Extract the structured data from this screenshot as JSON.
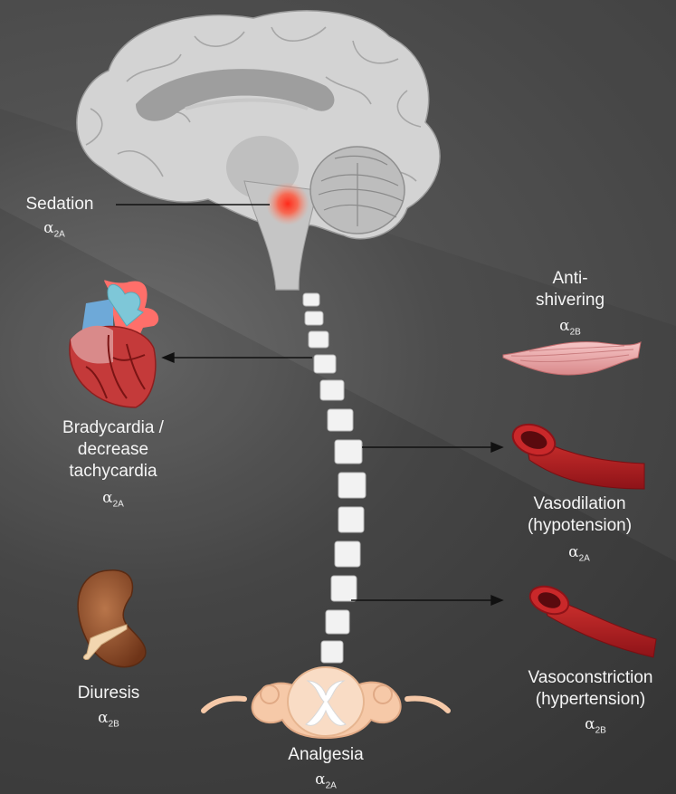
{
  "labels": {
    "sedation": {
      "title": "Sedation",
      "receptor_symbol": "α",
      "receptor_sub": "2A"
    },
    "bradycardia": {
      "line1": "Bradycardia /",
      "line2": "decrease",
      "line3": "tachycardia",
      "receptor_symbol": "α",
      "receptor_sub": "2A"
    },
    "diuresis": {
      "title": "Diuresis",
      "receptor_symbol": "α",
      "receptor_sub": "2B"
    },
    "analgesia": {
      "title": "Analgesia",
      "receptor_symbol": "α",
      "receptor_sub": "2A"
    },
    "antishivering": {
      "line1": "Anti-",
      "line2": "shivering",
      "receptor_symbol": "α",
      "receptor_sub": "2B"
    },
    "vasodilation": {
      "line1": "Vasodilation",
      "line2": "(hypotension)",
      "receptor_symbol": "α",
      "receptor_sub": "2A"
    },
    "vasoconstriction": {
      "line1": "Vasoconstriction",
      "line2": "(hypertension)",
      "receptor_symbol": "α",
      "receptor_sub": "2B"
    }
  },
  "colors": {
    "brain": "#d4d4d4",
    "spine": "#f2f2f2",
    "heart": "#c43a3a",
    "kidney": "#8a4a2a",
    "vessel": "#b51f24",
    "muscle": "#e9a3a3",
    "cord": "#f6c9a8",
    "sedation_glow": "#ff3b2e"
  },
  "icons": [
    "brain-icon",
    "spinal-column-icon",
    "heart-icon",
    "kidney-icon",
    "muscle-icon",
    "blood-vessel-icon",
    "spinal-cord-section-icon"
  ]
}
